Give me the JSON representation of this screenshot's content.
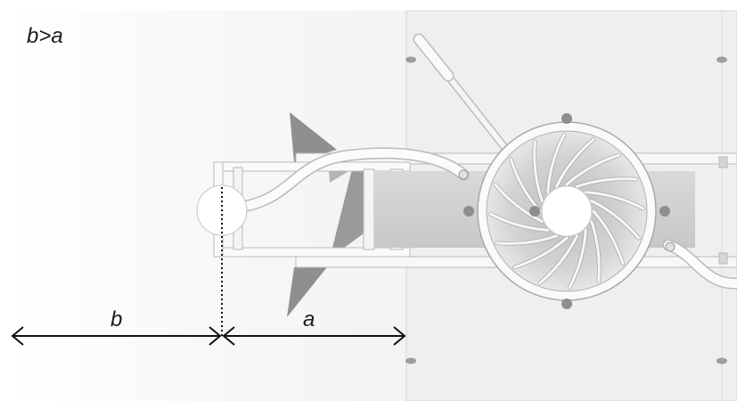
{
  "diagram": {
    "condition_label": "b>a",
    "dimension_b": "b",
    "dimension_a": "a"
  },
  "colors": {
    "background": "#ffffff",
    "panel": "#f1f1f1",
    "metal": "#f7f7f7",
    "metal_edge": "#b9b9b9",
    "shadow": "#8f8f8f",
    "arrow": "#111111"
  }
}
